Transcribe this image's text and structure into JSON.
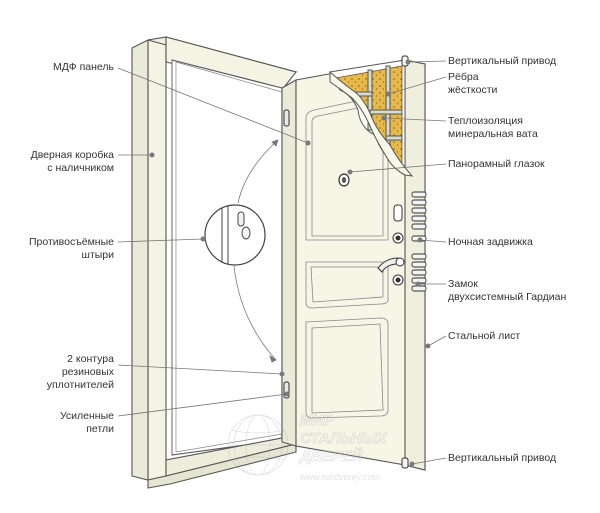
{
  "diagram": {
    "labels": {
      "mdf_panel": [
        "МДФ панель"
      ],
      "door_frame": [
        "Дверная коробка",
        "с наличником"
      ],
      "anti_removal_pins": [
        "Противосъёмные",
        "штыри"
      ],
      "seal_contours": [
        "2 контура",
        "резиновых",
        "уплотнителей"
      ],
      "reinforced_hinges": [
        "Усиленные",
        "петли"
      ],
      "vertical_drive_top": [
        "Вертикальный привод"
      ],
      "stiffening_ribs": [
        "Рёбра",
        "жёсткости"
      ],
      "thermal_insulation": [
        "Теплоизоляция",
        "минеральная вата"
      ],
      "panoramic_peephole": [
        "Панорамный глазок"
      ],
      "night_latch": [
        "Ночная задвижка"
      ],
      "lock": [
        "Замок",
        "двухсистемный Гардиан"
      ],
      "steel_sheet": [
        "Стальной лист"
      ],
      "vertical_drive_bottom": [
        "Вертикальный привод"
      ]
    },
    "watermark": {
      "lines": [
        "МИР",
        "СТАЛЬНЫХ",
        "ДВЕРЕЙ"
      ],
      "url": "www.mirdverey.com"
    },
    "colors": {
      "line": "#555555",
      "frame_fill": "#f3f4e4",
      "door_fill": "#f5f6e6",
      "insulation": "#e7b84a",
      "insulation_dots": "#8a5a18",
      "leader": "#777777",
      "leader_dot": "#7a7a7a"
    }
  }
}
